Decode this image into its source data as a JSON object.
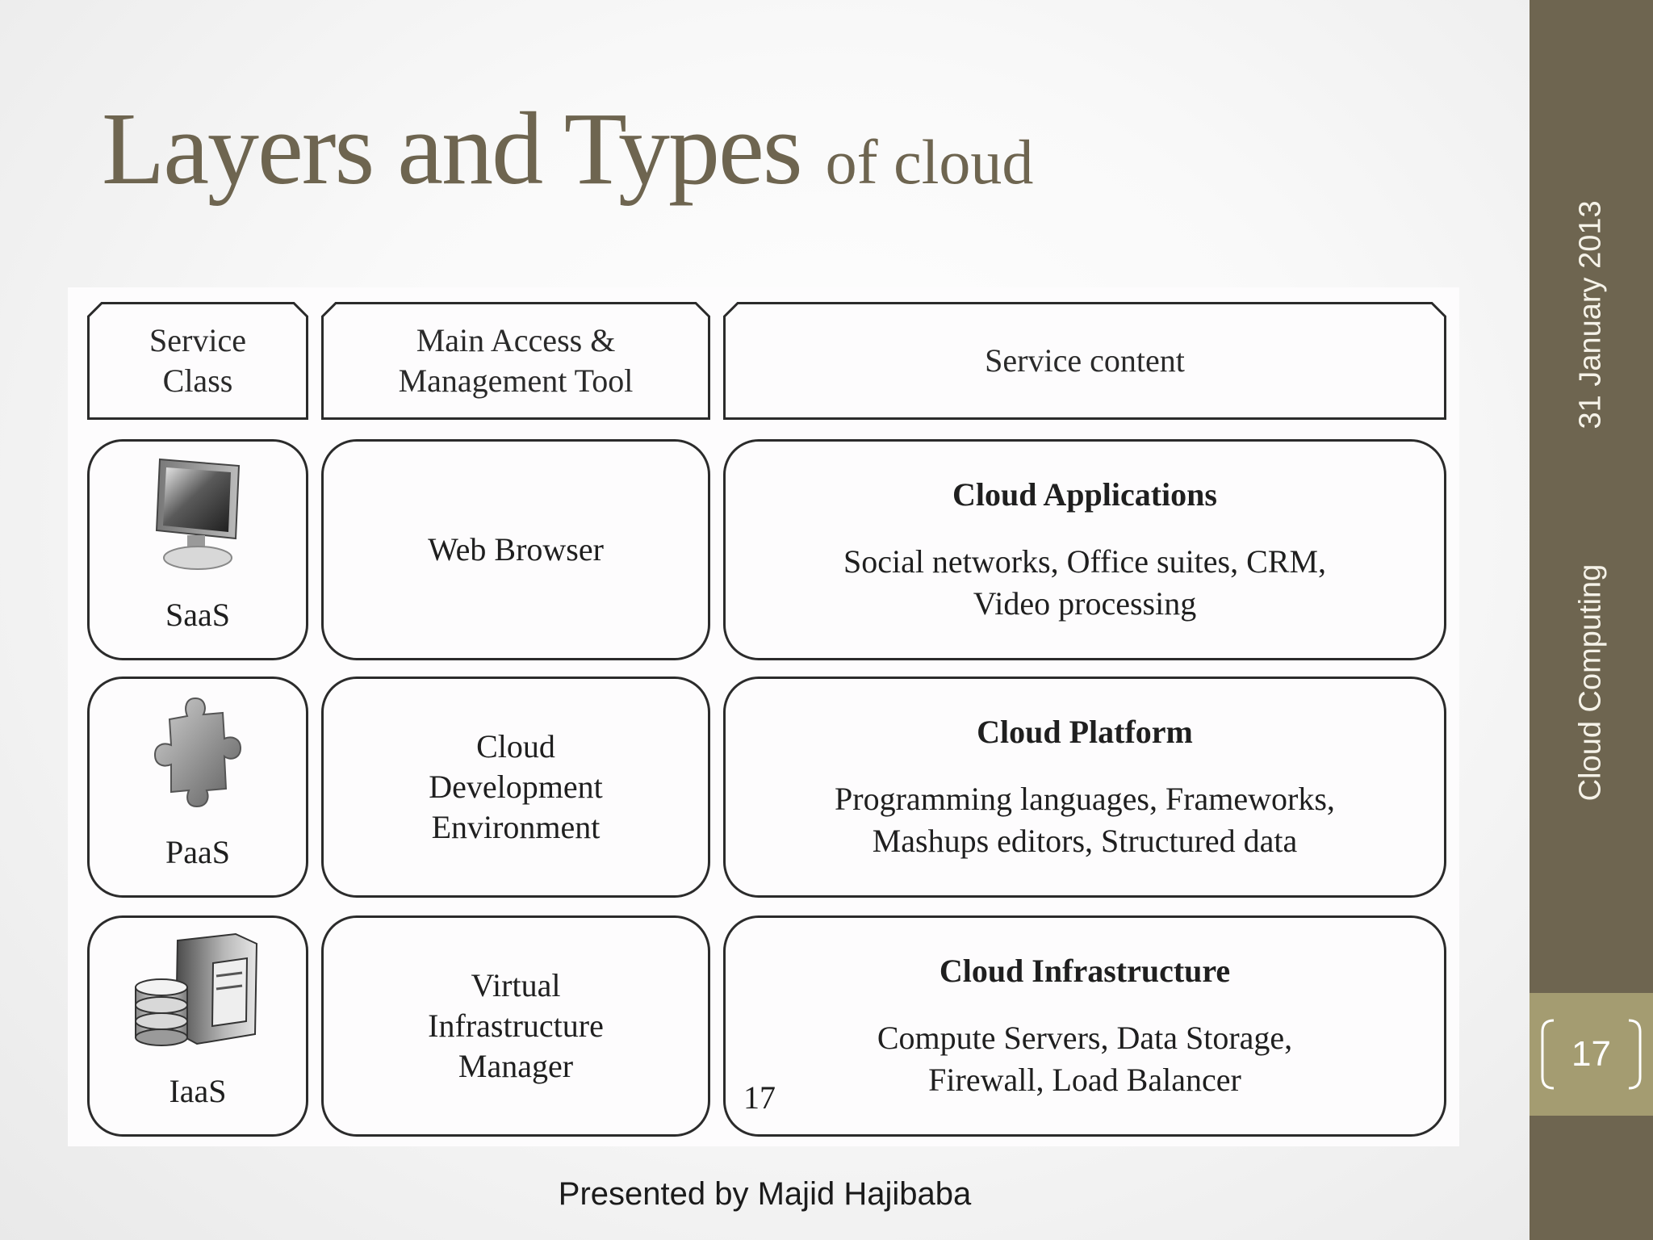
{
  "slide": {
    "title_main": "Layers and Types",
    "title_small": "of cloud",
    "presenter": "Presented by Majid Hajibaba",
    "sidebar_date": "31 January 2013",
    "sidebar_course": "Cloud Computing",
    "page_number": "17"
  },
  "diagram": {
    "headers": {
      "service_class": "Service\nClass",
      "access_tool": "Main Access &\nManagement Tool",
      "service_content": "Service content"
    },
    "rows": [
      {
        "class_label": "SaaS",
        "icon": "monitor-icon",
        "tool": "Web Browser",
        "content_title": "Cloud Applications",
        "content_body": "Social networks, Office suites, CRM,\nVideo processing"
      },
      {
        "class_label": "PaaS",
        "icon": "puzzle-piece-icon",
        "tool": "Cloud\nDevelopment\nEnvironment",
        "content_title": "Cloud Platform",
        "content_body": "Programming languages, Frameworks,\nMashups editors, Structured data"
      },
      {
        "class_label": "IaaS",
        "icon": "server-database-icon",
        "tool": "Virtual\nInfrastructure\nManager",
        "content_title": "Cloud Infrastructure",
        "content_body": "Compute Servers, Data Storage,\nFirewall, Load Balancer"
      }
    ],
    "figure_page_number": "17"
  }
}
